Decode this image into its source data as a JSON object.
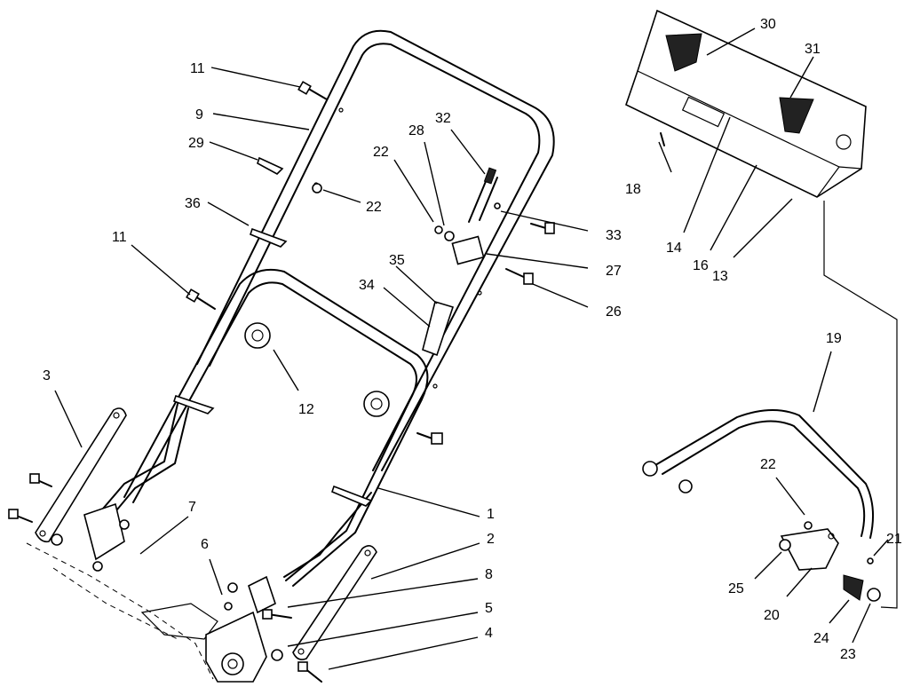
{
  "diagram": {
    "callouts": [
      "1",
      "2",
      "3",
      "4",
      "5",
      "6",
      "7",
      "8",
      "9",
      "11",
      "11",
      "12",
      "13",
      "14",
      "16",
      "18",
      "19",
      "20",
      "21",
      "22",
      "22",
      "22",
      "23",
      "24",
      "25",
      "26",
      "27",
      "28",
      "29",
      "30",
      "31",
      "32",
      "33",
      "34",
      "35",
      "36"
    ]
  }
}
